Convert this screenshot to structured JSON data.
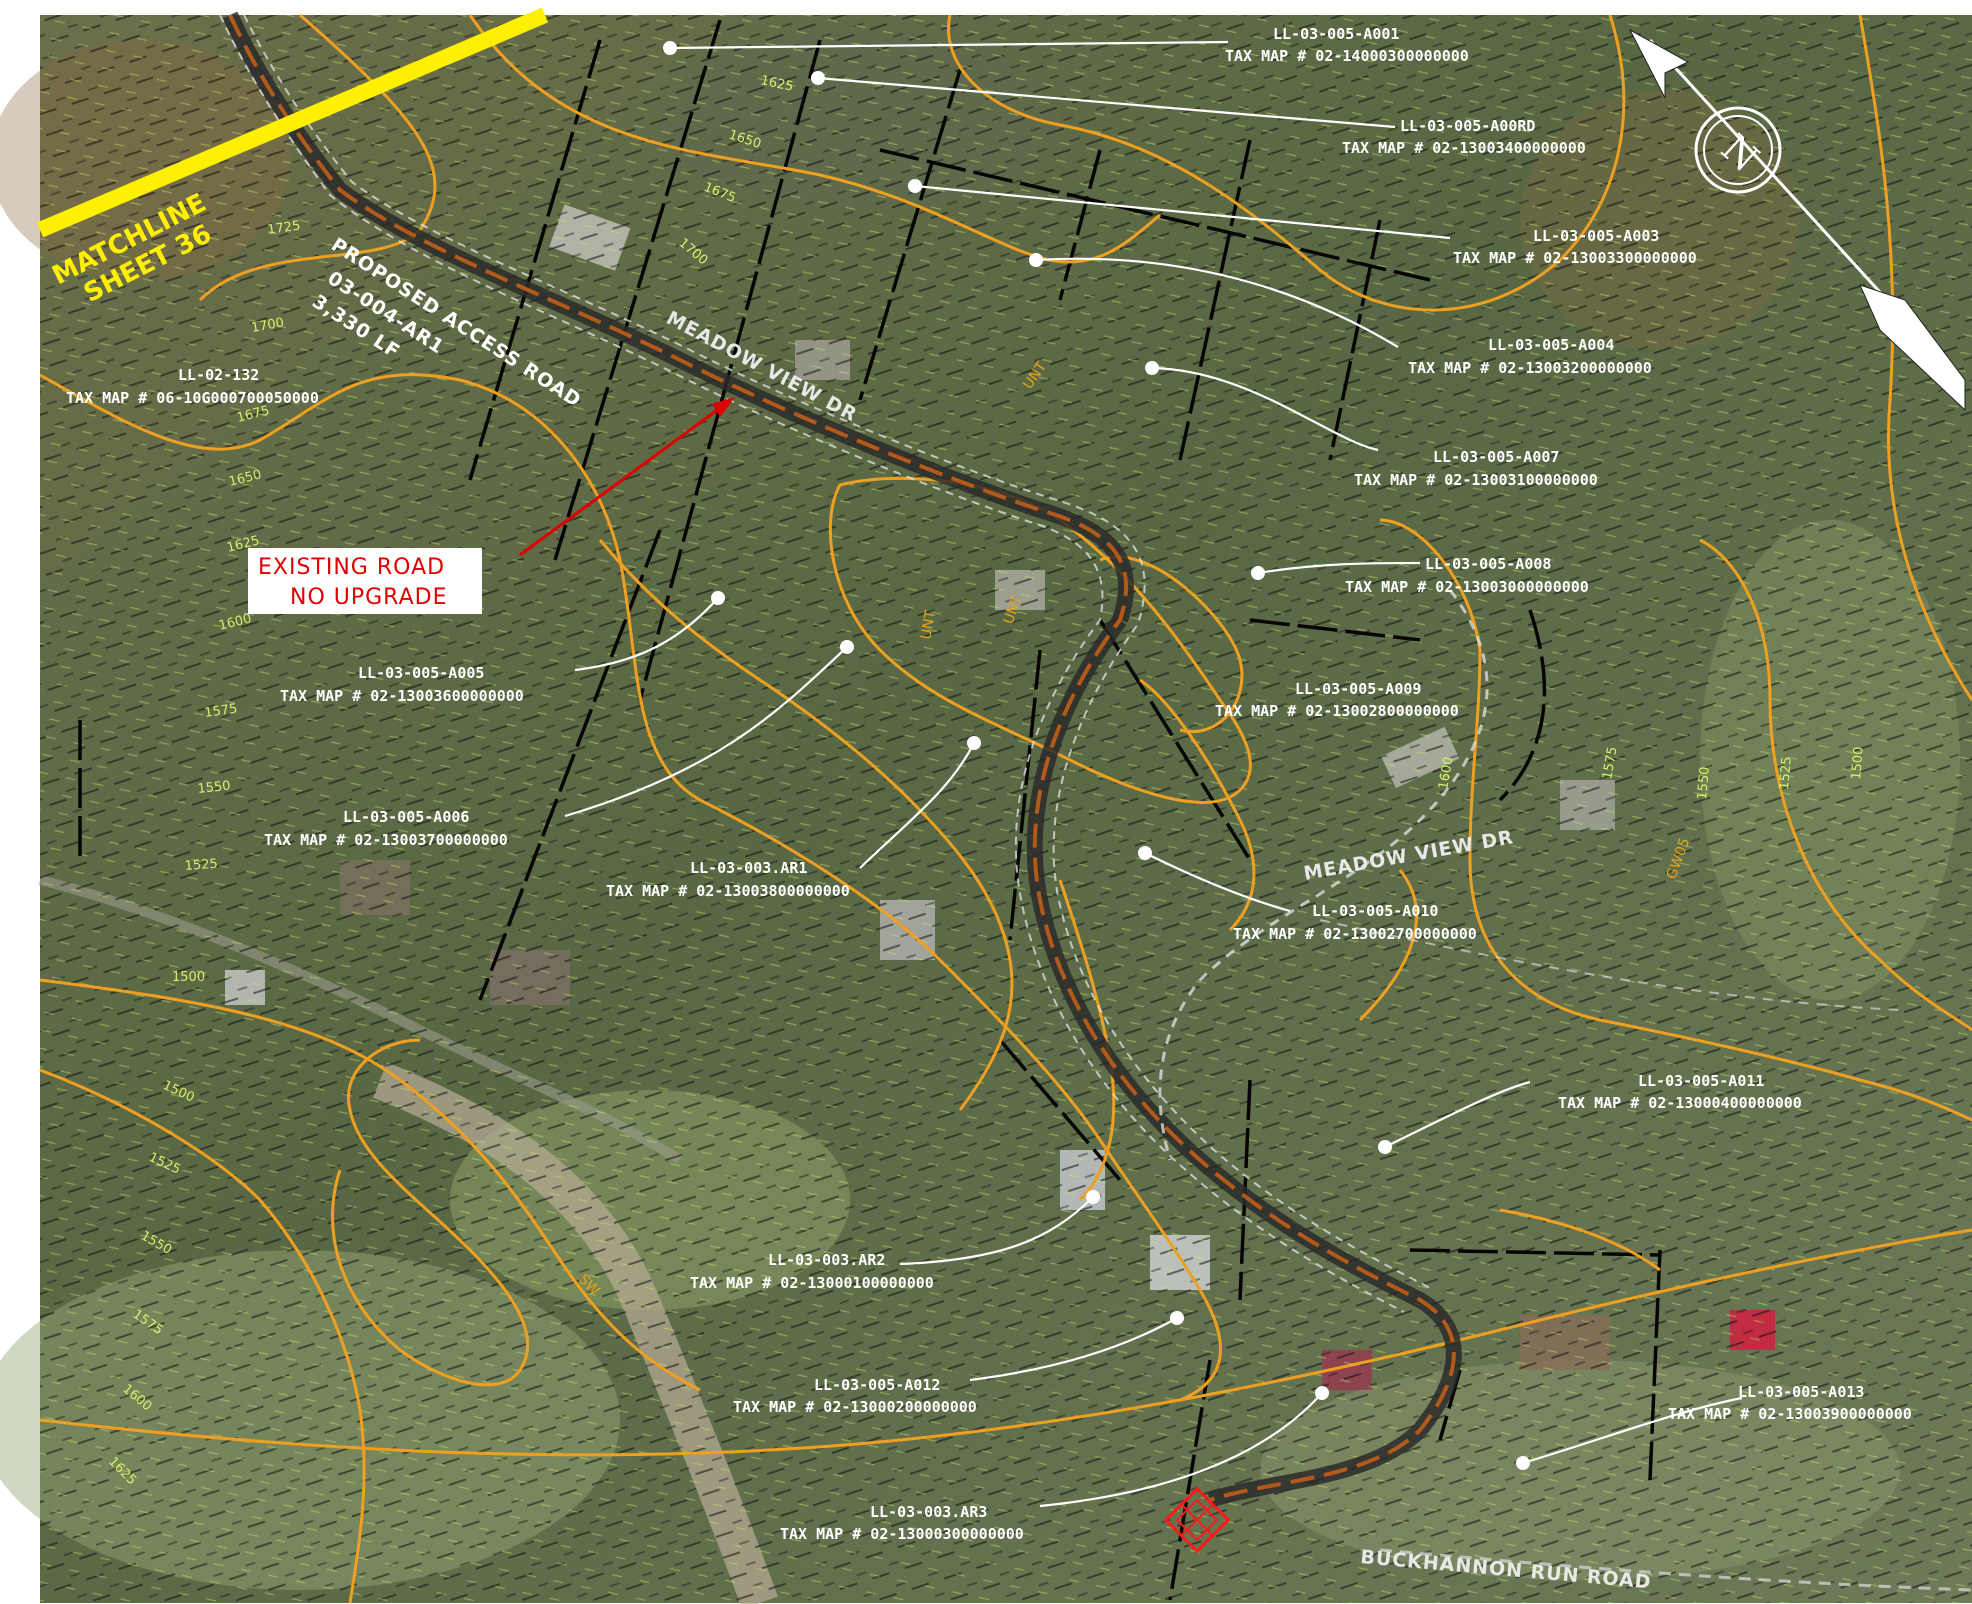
{
  "map": {
    "matchline": {
      "line1": "MATCHLINE",
      "line2": "SHEET 36"
    },
    "access_road": {
      "line1": "PROPOSED ACCESS ROAD",
      "line2": "03-004-AR1",
      "line3": "3,330 LF"
    },
    "callout": {
      "line1": "EXISTING ROAD",
      "line2": "NO UPGRADE"
    },
    "roads": [
      {
        "name": "MEADOW VIEW DR"
      },
      {
        "name": "MEADOW VIEW DR"
      },
      {
        "name": "BUCKHANNON RUN ROAD"
      }
    ],
    "parcels": [
      {
        "id": "LL-03-005-A001",
        "tax": "TAX MAP # 02-14000300000000"
      },
      {
        "id": "LL-03-005-A00RD",
        "tax": "TAX MAP # 02-13003400000000"
      },
      {
        "id": "LL-03-005-A003",
        "tax": "TAX MAP # 02-13003300000000"
      },
      {
        "id": "LL-03-005-A004",
        "tax": "TAX MAP # 02-13003200000000"
      },
      {
        "id": "LL-02-132",
        "tax": "TAX MAP # 06-10G000700050000"
      },
      {
        "id": "LL-03-005-A007",
        "tax": "TAX MAP # 02-13003100000000"
      },
      {
        "id": "LL-03-005-A008",
        "tax": "TAX MAP # 02-13003000000000"
      },
      {
        "id": "LL-03-005-A005",
        "tax": "TAX MAP # 02-13003600000000"
      },
      {
        "id": "LL-03-005-A009",
        "tax": "TAX MAP # 02-13002800000000"
      },
      {
        "id": "LL-03-005-A006",
        "tax": "TAX MAP # 02-13003700000000"
      },
      {
        "id": "LL-03-003.AR1",
        "tax": "TAX MAP # 02-13003800000000"
      },
      {
        "id": "LL-03-005-A010",
        "tax": "TAX MAP # 02-13002700000000"
      },
      {
        "id": "LL-03-005-A011",
        "tax": "TAX MAP # 02-13000400000000"
      },
      {
        "id": "LL-03-003.AR2",
        "tax": "TAX MAP # 02-13000100000000"
      },
      {
        "id": "LL-03-005-A012",
        "tax": "TAX MAP # 02-13000200000000"
      },
      {
        "id": "LL-03-005-A013",
        "tax": "TAX MAP # 02-13003900000000"
      },
      {
        "id": "LL-03-003.AR3",
        "tax": "TAX MAP # 02-13000300000000"
      }
    ],
    "contour_labels": [
      "1625",
      "1650",
      "1675",
      "1700",
      "1725",
      "1700",
      "1675",
      "1650",
      "1625",
      "1600",
      "1575",
      "1550",
      "1525",
      "1500",
      "1500",
      "1525",
      "1550",
      "1575",
      "1600",
      "1625",
      "1600",
      "1575",
      "1550",
      "1525",
      "1500"
    ],
    "zone_labels": [
      "UNT",
      "UNT",
      "UNT",
      "GW05",
      "SW"
    ],
    "north_arrow": {
      "label": "N",
      "icon": "north-arrow-icon"
    },
    "colors": {
      "terrain_base": "#5f6b48",
      "contour_major": "#f0a020",
      "contour_minor": "#d8f06a",
      "matchline": "#ffef00",
      "callout": "#e00000",
      "road_center": "#b35a1a"
    }
  }
}
